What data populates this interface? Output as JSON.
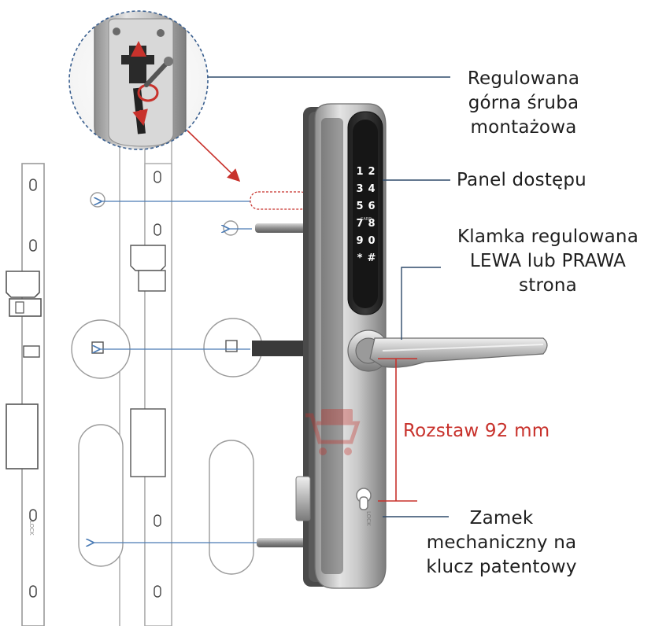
{
  "callouts": {
    "screw": [
      "Regulowana",
      "górna śruba",
      "montażowa"
    ],
    "panel": [
      "Panel dostępu"
    ],
    "handle": [
      "Klamka regulowana",
      "LEWA lub PRAWA",
      "strona"
    ],
    "spacing": [
      "Rozstaw 92 mm"
    ],
    "lock": [
      "Zamek",
      "mechaniczny na",
      "klucz patentowy"
    ]
  },
  "keypad": {
    "rows": [
      [
        "1",
        "2"
      ],
      [
        "3",
        "4"
      ],
      [
        "5",
        "6"
      ],
      [
        "7",
        "8"
      ],
      [
        "9",
        "0"
      ],
      [
        "*",
        "#"
      ]
    ],
    "card_label": "CARD",
    "lock_label": "LOCK"
  },
  "colors": {
    "callout_line": "#2e4a6a",
    "arrow_blue": "#4a7bb5",
    "accent_red": "#c8322c",
    "outline": "#9a9a9a",
    "panel_dark": "#2b2b2b",
    "metal": "#b9b9b9"
  },
  "icons": [
    "shopping-cart-watermark-icon"
  ]
}
